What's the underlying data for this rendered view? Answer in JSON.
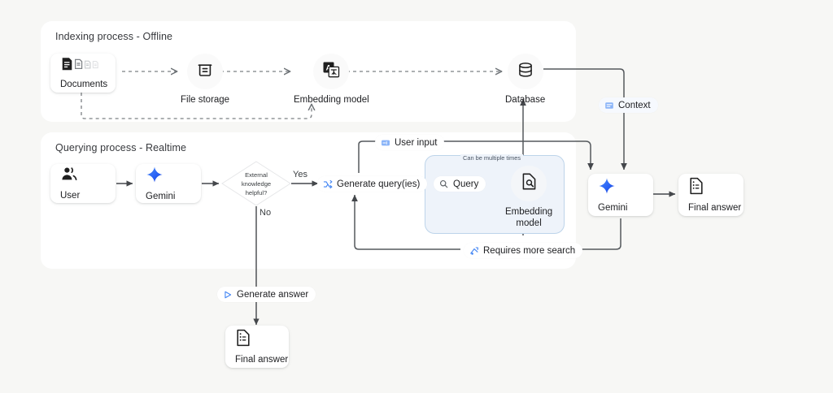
{
  "theme": {
    "page_bg": "#f7f7f5",
    "panel_bg": "#ffffff",
    "loop_bg": "#eef3fa",
    "loop_border": "#bdd4ea",
    "accent_blue": "#1a73e8",
    "gemini_blue": "#2a63f5",
    "line_gray": "#5f6368"
  },
  "panels": {
    "indexing": {
      "title": "Indexing process - Offline"
    },
    "querying": {
      "title": "Querying process - Realtime"
    }
  },
  "indexing": {
    "documents": {
      "label": "Documents",
      "icon": "documents-icon"
    },
    "file_storage": {
      "label": "File storage",
      "icon": "archive-box-icon"
    },
    "embedding_model": {
      "label": "Embedding model",
      "icon": "translate-model-icon"
    },
    "database": {
      "label": "Database",
      "icon": "database-icon"
    }
  },
  "querying": {
    "user": {
      "label": "User",
      "icon": "user-icon"
    },
    "gemini": {
      "label": "Gemini",
      "icon": "gemini-sparkle-icon"
    },
    "decision": {
      "line1": "External",
      "line2": "knowledge",
      "line3": "helpful?"
    },
    "yes_label": "Yes",
    "no_label": "No",
    "generate_queries": {
      "label": "Generate query(ies)",
      "icon": "shuffle-icon"
    },
    "query": {
      "label": "Query",
      "icon": "search-icon"
    },
    "loop_embedding_model": {
      "line1": "Embedding",
      "line2": "model",
      "icon": "document-search-icon"
    },
    "loop_note": "Can be multiple times",
    "user_input_chip": {
      "label": "User input",
      "icon": "input-field-icon"
    },
    "requires_more_search_chip": {
      "label": "Requires more search",
      "icon": "retry-search-icon"
    },
    "generate_answer_chip": {
      "label": "Generate answer",
      "icon": "play-icon"
    },
    "final_answer_bottom": {
      "label": "Final answer",
      "icon": "answer-doc-icon"
    }
  },
  "right": {
    "context_chip": {
      "label": "Context",
      "icon": "context-icon"
    },
    "gemini": {
      "label": "Gemini",
      "icon": "gemini-sparkle-icon"
    },
    "final_answer": {
      "label": "Final answer",
      "icon": "answer-doc-icon"
    }
  }
}
